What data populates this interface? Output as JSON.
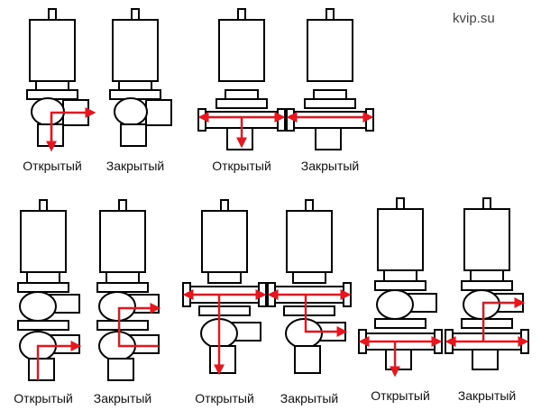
{
  "watermark": "kvip.su",
  "colors": {
    "outline": "#000000",
    "fill": "#ffffff",
    "flow": "#e8141e",
    "text": "#111111"
  },
  "top_row": [
    {
      "label": "Открытый",
      "type": "angle",
      "state": "open"
    },
    {
      "label": "Закрытый",
      "type": "angle",
      "state": "closed"
    },
    {
      "label": "Открытый",
      "type": "tee",
      "state": "open"
    },
    {
      "label": "Закрытый",
      "type": "tee",
      "state": "closed"
    }
  ],
  "bottom_row": [
    {
      "label": "Открытый",
      "type": "double-angle",
      "state": "open"
    },
    {
      "label": "Закрытый",
      "type": "double-angle",
      "state": "closed"
    },
    {
      "label": "Открытый",
      "type": "tee-angle",
      "state": "open"
    },
    {
      "label": "Закрытый",
      "type": "tee-angle",
      "state": "closed"
    },
    {
      "label": "Открытый",
      "type": "angle-tee",
      "state": "open"
    },
    {
      "label": "Закрытый",
      "type": "angle-tee",
      "state": "closed"
    }
  ]
}
